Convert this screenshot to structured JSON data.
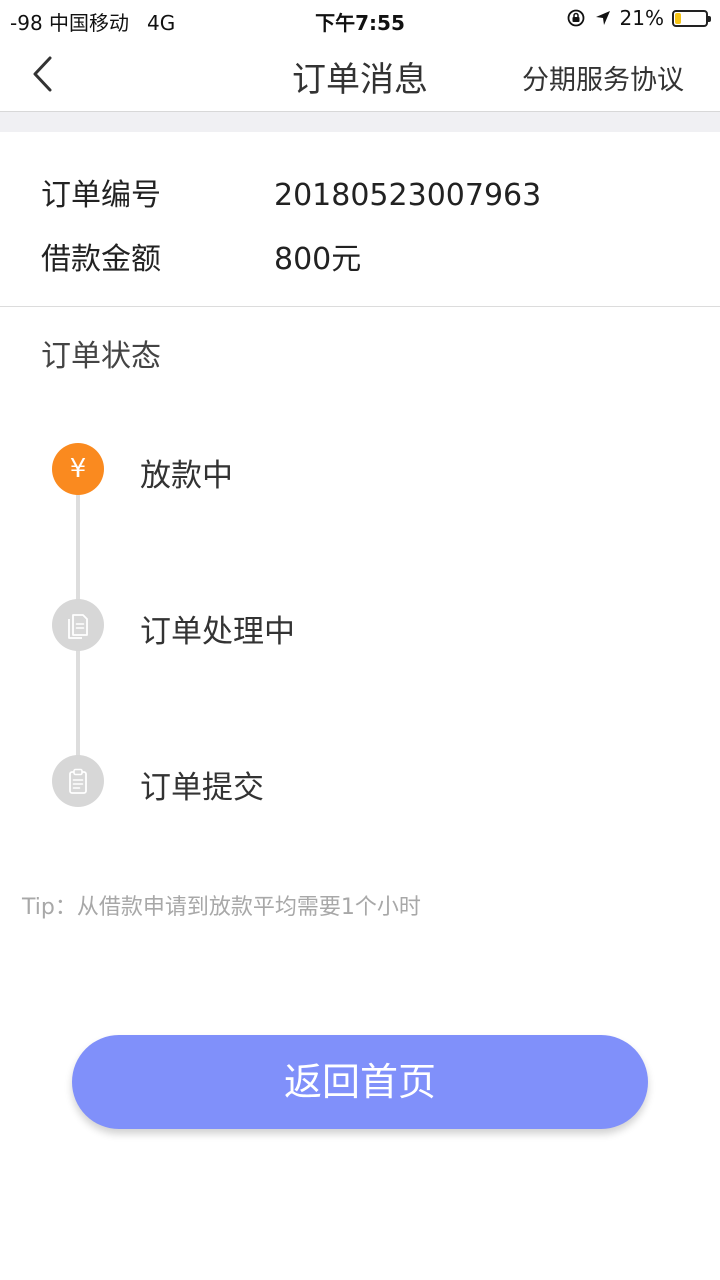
{
  "status_bar": {
    "carrier": "-98 中国移动",
    "network": "4G",
    "time": "下午7:55",
    "battery_percent_text": "21%",
    "battery_level": 0.21,
    "battery_color": "#f6c415"
  },
  "nav": {
    "title": "订单消息",
    "back_icon": "chevron-left-icon",
    "right_link": "分期服务协议"
  },
  "order_info": {
    "order_number_label": "订单编号",
    "order_number_value": "20180523007963",
    "loan_amount_label": "借款金额",
    "loan_amount_value": "800元"
  },
  "order_status": {
    "title": "订单状态",
    "steps": [
      {
        "label": "放款中",
        "icon": "yen-icon",
        "active": true,
        "glyph": "¥"
      },
      {
        "label": "订单处理中",
        "icon": "document-icon",
        "active": false
      },
      {
        "label": "订单提交",
        "icon": "clipboard-icon",
        "active": false
      }
    ]
  },
  "tip": "Tip：从借款申请到放款平均需要1个小时",
  "home_button": "返回首页",
  "colors": {
    "accent_orange": "#fa8a1f",
    "button_blue": "#8090fa",
    "inactive_gray": "#d7d7d7"
  }
}
